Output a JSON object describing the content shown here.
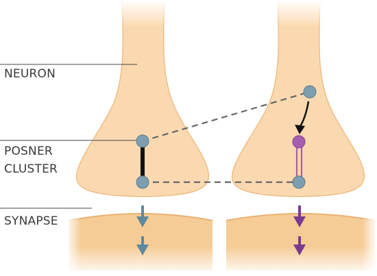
{
  "labels": {
    "neuron": "NEURON",
    "posner_line1": "POSNER",
    "posner_line2": "CLUSTER",
    "synapse": "SYNAPSE"
  },
  "colors": {
    "neuron_fill": "#fbd9b0",
    "neuron_stroke": "#efbd85",
    "synapse_band": "#f6cc96",
    "node_blue": "#7d9eb0",
    "node_purple": "#a65fb0",
    "arrow_blue": "#5f899e",
    "arrow_purple": "#7a3b8f",
    "bond_black": "#111111",
    "dashed_line": "#666666",
    "label_text": "#3a3a3a"
  }
}
